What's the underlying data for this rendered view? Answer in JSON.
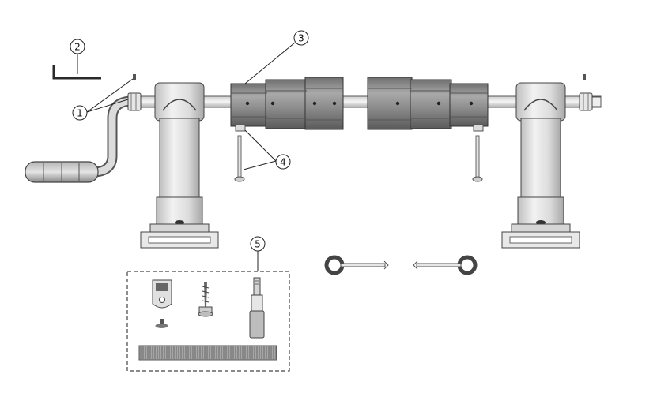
{
  "diagram": {
    "callouts": [
      {
        "id": "1",
        "label": "1"
      },
      {
        "id": "2",
        "label": "2"
      },
      {
        "id": "3",
        "label": "3"
      },
      {
        "id": "4",
        "label": "4"
      },
      {
        "id": "5",
        "label": "5"
      }
    ],
    "colors": {
      "line": "#2a2a2a",
      "metal": "#d9d9d9",
      "metal_dark": "#8c8c8c",
      "tube": "#7d7d7d",
      "handle": "#9a9a9a"
    }
  }
}
